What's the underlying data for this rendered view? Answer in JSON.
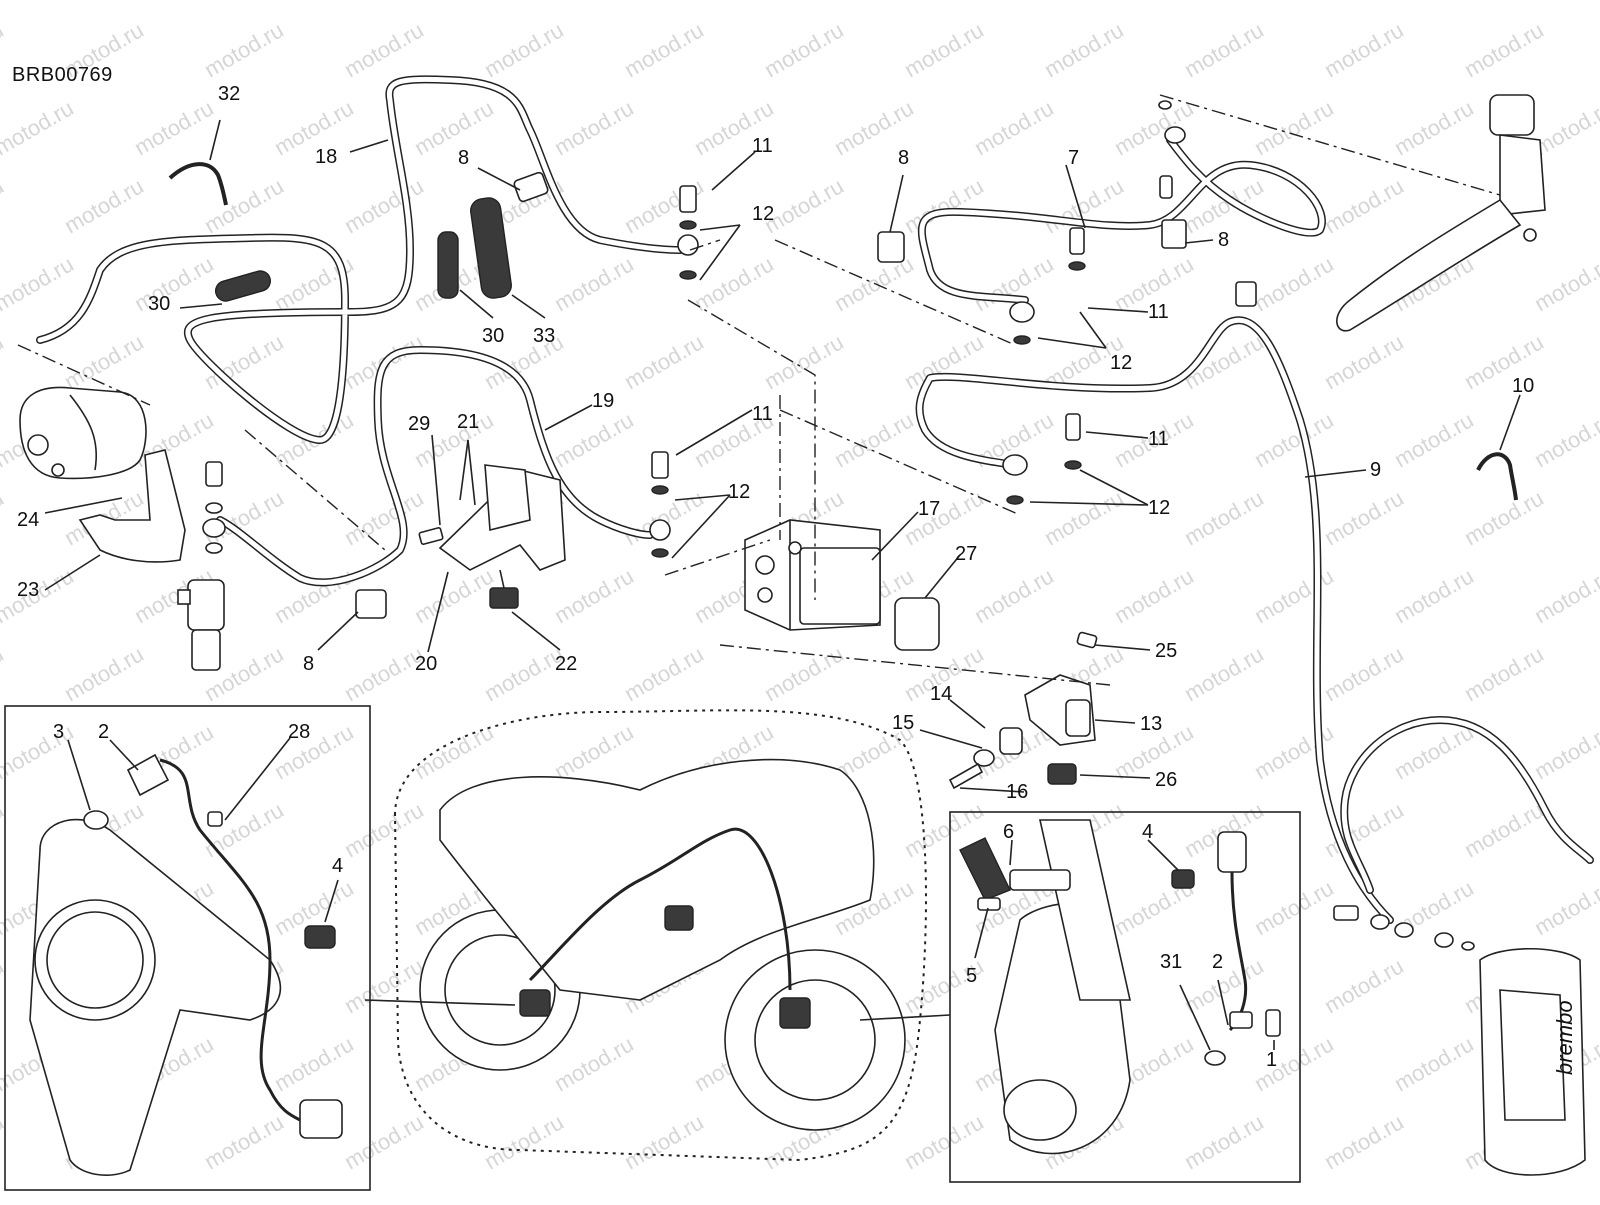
{
  "diagram_code": "BRB00769",
  "watermark_text": "motod.ru",
  "callouts": [
    {
      "id": "c32",
      "text": "32"
    },
    {
      "id": "c18",
      "text": "18"
    },
    {
      "id": "c8a",
      "text": "8"
    },
    {
      "id": "c30a",
      "text": "30"
    },
    {
      "id": "c30b",
      "text": "30"
    },
    {
      "id": "c33",
      "text": "33"
    },
    {
      "id": "c11a",
      "text": "11"
    },
    {
      "id": "c12a",
      "text": "12"
    },
    {
      "id": "c24",
      "text": "24"
    },
    {
      "id": "c23",
      "text": "23"
    },
    {
      "id": "c29",
      "text": "29"
    },
    {
      "id": "c21",
      "text": "21"
    },
    {
      "id": "c19",
      "text": "19"
    },
    {
      "id": "c11b",
      "text": "11"
    },
    {
      "id": "c12b",
      "text": "12"
    },
    {
      "id": "c8b",
      "text": "8"
    },
    {
      "id": "c20",
      "text": "20"
    },
    {
      "id": "c22",
      "text": "22"
    },
    {
      "id": "c17",
      "text": "17"
    },
    {
      "id": "c27",
      "text": "27"
    },
    {
      "id": "c8c",
      "text": "8"
    },
    {
      "id": "c7",
      "text": "7"
    },
    {
      "id": "c8d",
      "text": "8"
    },
    {
      "id": "c11c",
      "text": "11"
    },
    {
      "id": "c12c",
      "text": "12"
    },
    {
      "id": "c11d",
      "text": "11"
    },
    {
      "id": "c12d",
      "text": "12"
    },
    {
      "id": "c10",
      "text": "10"
    },
    {
      "id": "c9",
      "text": "9"
    },
    {
      "id": "c25",
      "text": "25"
    },
    {
      "id": "c14",
      "text": "14"
    },
    {
      "id": "c15",
      "text": "15"
    },
    {
      "id": "c13",
      "text": "13"
    },
    {
      "id": "c26",
      "text": "26"
    },
    {
      "id": "c16",
      "text": "16"
    },
    {
      "id": "c3",
      "text": "3"
    },
    {
      "id": "c2a",
      "text": "2"
    },
    {
      "id": "c28",
      "text": "28"
    },
    {
      "id": "c4a",
      "text": "4"
    },
    {
      "id": "c6",
      "text": "6"
    },
    {
      "id": "c4b",
      "text": "4"
    },
    {
      "id": "c5",
      "text": "5"
    },
    {
      "id": "c31",
      "text": "31"
    },
    {
      "id": "c2b",
      "text": "2"
    },
    {
      "id": "c1",
      "text": "1"
    }
  ],
  "brand_mark": "brembo"
}
